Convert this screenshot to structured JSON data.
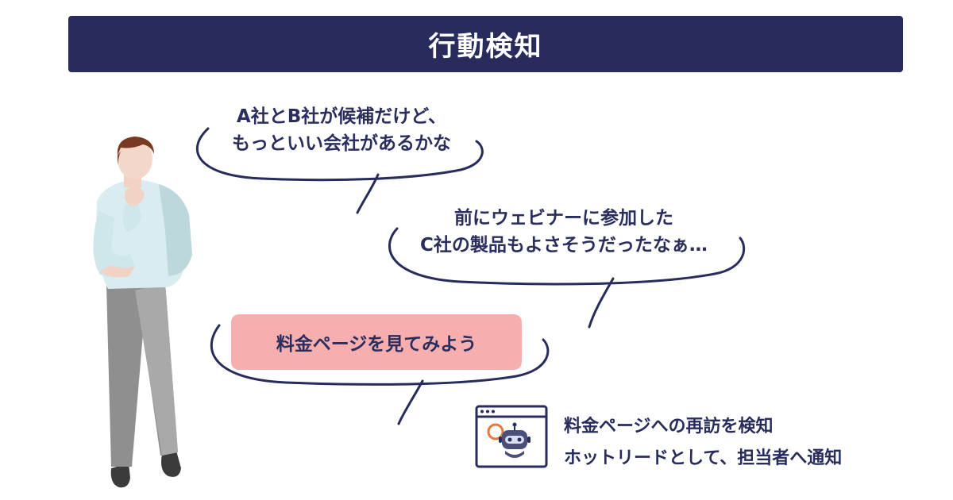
{
  "header": {
    "title": "行動検知"
  },
  "bubbles": {
    "first": {
      "line1": "A社とB社が候補だけど、",
      "line2": "もっといい会社があるかな"
    },
    "second": {
      "line1": "前にウェビナーに参加した",
      "line2": "C社の製品もよさそうだったなぁ…"
    },
    "third": {
      "text": "料金ページを見てみよう"
    }
  },
  "notice": {
    "line1": "料金ページへの再訪を検知",
    "line2": "ホットリードとして、担当者へ通知"
  },
  "icons": {
    "robot": "robot-magnifier-icon",
    "person": "thinking-man-illustration"
  },
  "colors": {
    "navy": "#272c5c",
    "highlight": "#f6aeae",
    "text": "#2a2e5e"
  }
}
